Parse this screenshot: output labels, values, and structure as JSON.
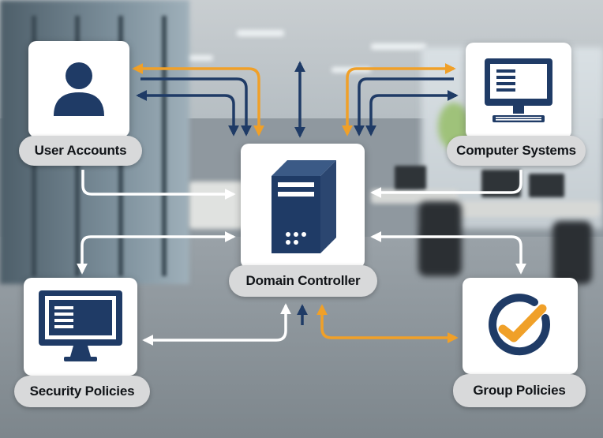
{
  "nodes": {
    "user_accounts": {
      "label": "User Accounts",
      "icon": "user-icon"
    },
    "computer_systems": {
      "label": "Computer Systems",
      "icon": "desktop-computer-icon"
    },
    "domain_controller": {
      "label": "Domain Controller",
      "icon": "server-tower-icon"
    },
    "security_policies": {
      "label": "Security Policies",
      "icon": "monitor-icon"
    },
    "group_policies": {
      "label": "Group Policies",
      "icon": "check-circle-icon"
    }
  },
  "colors": {
    "navy": "#1f3b66",
    "orange": "#f0a028",
    "white_arrow": "#ffffff",
    "card": "#ffffff",
    "label_bg": "#d8d9da"
  }
}
